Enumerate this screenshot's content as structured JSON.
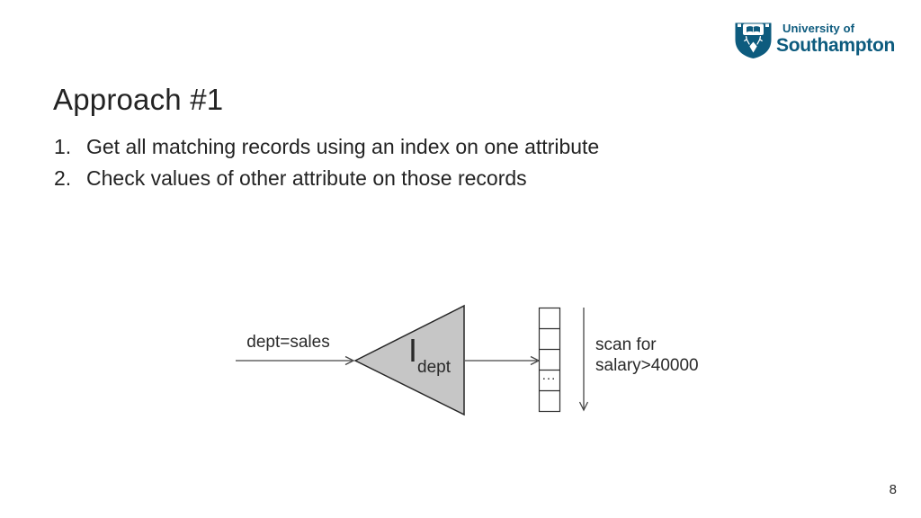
{
  "logo": {
    "line1": "University of",
    "line2": "Southampton"
  },
  "slide": {
    "title": "Approach #1",
    "page_number": "8",
    "list": [
      {
        "number": "1.",
        "text": "Get all matching records using an index on one attribute"
      },
      {
        "number": "2.",
        "text": "Check values of other attribute on those records"
      }
    ]
  },
  "diagram": {
    "input_label": "dept=sales",
    "index_label_main": "I",
    "index_label_sub": "dept",
    "ellipsis": "...",
    "scan_label_line1": "scan for",
    "scan_label_line2": "salary>40000"
  },
  "colors": {
    "brand_blue": "#0d5b7e",
    "triangle_fill": "#c6c6c6",
    "text": "#232323",
    "line": "#464646"
  }
}
